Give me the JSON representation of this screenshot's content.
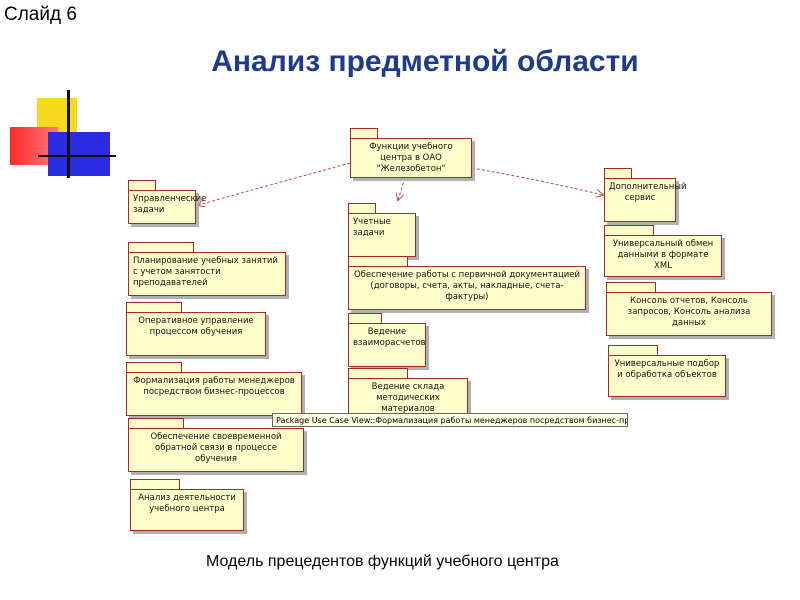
{
  "slide_label": "Слайд 6",
  "title": "Анализ предметной области",
  "caption": "Модель прецедентов функций учебного центра",
  "tooltip": "Package Use Case View::Формализация работы менеджеров посредством бизнес-процес",
  "packages": {
    "root": "Функции учебного центра в ОАО \"Железобетон\"",
    "mgmt": "Управленческие задачи",
    "mgmt_items": [
      "Планирование учебных занятий с учетом занятости преподавателей",
      "Оперативное управление процессом обучения",
      "Формализация работы менеджеров посредством бизнес-процессов",
      "Обеспечение своевременной обратной связи в процессе обучения",
      "Анализ деятельности учебного центра"
    ],
    "acct": "Учетные задачи",
    "acct_items": [
      "Обеспечение работы с первичной документацией (договоры, счета, акты, накладные, счета-фактуры)",
      "Ведение взаиморасчетов",
      "Ведение склада методических материалов"
    ],
    "extra": "Дополнительный сервис",
    "extra_items": [
      "Универсальный обмен данными в формате XML",
      "Консоль отчетов, Консоль запросов, Консоль анализа данных",
      "Универсальные подбор и обработка объектов"
    ]
  }
}
